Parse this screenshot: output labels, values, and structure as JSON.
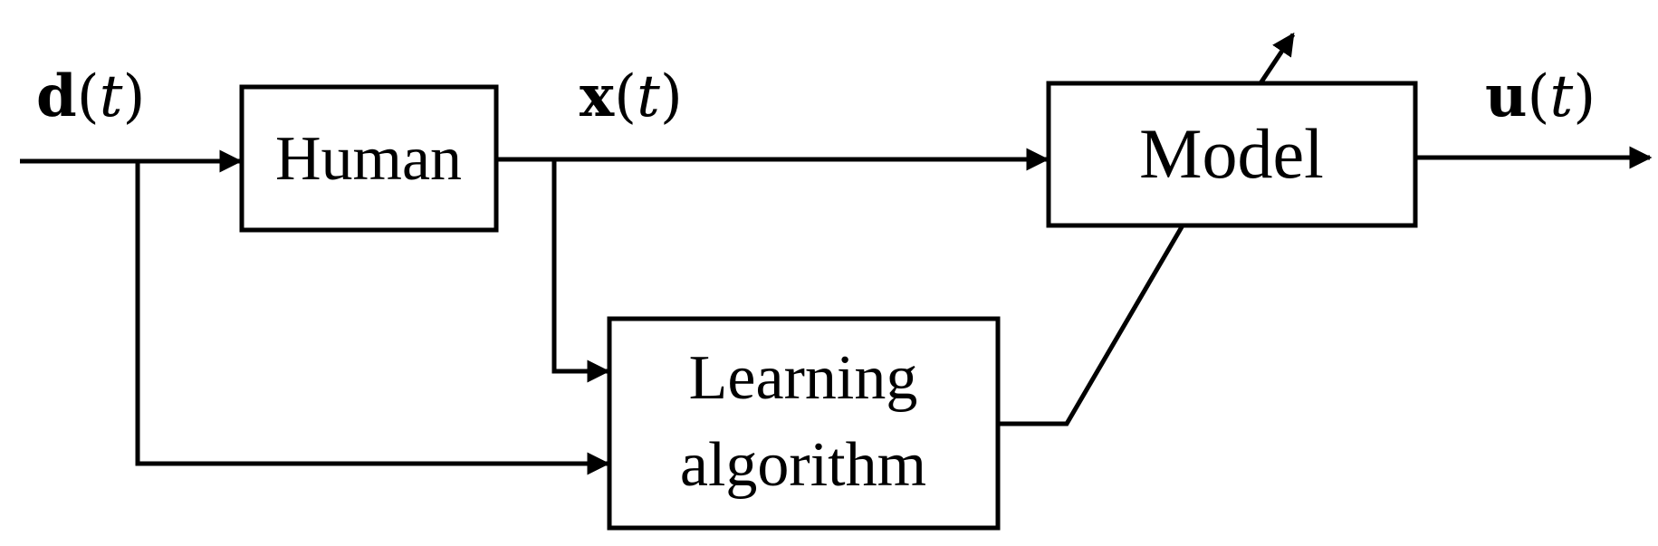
{
  "diagram": {
    "blocks": {
      "human": {
        "label": "Human"
      },
      "model": {
        "label": "Model"
      },
      "learning": {
        "line1": "Learning",
        "line2": "algorithm"
      }
    },
    "signals": {
      "d": {
        "symbol": "d",
        "open": "(",
        "arg": "t",
        "close": ")"
      },
      "x": {
        "symbol": "x",
        "open": "(",
        "arg": "t",
        "close": ")"
      },
      "u": {
        "symbol": "u",
        "open": "(",
        "arg": "t",
        "close": ")"
      }
    }
  }
}
